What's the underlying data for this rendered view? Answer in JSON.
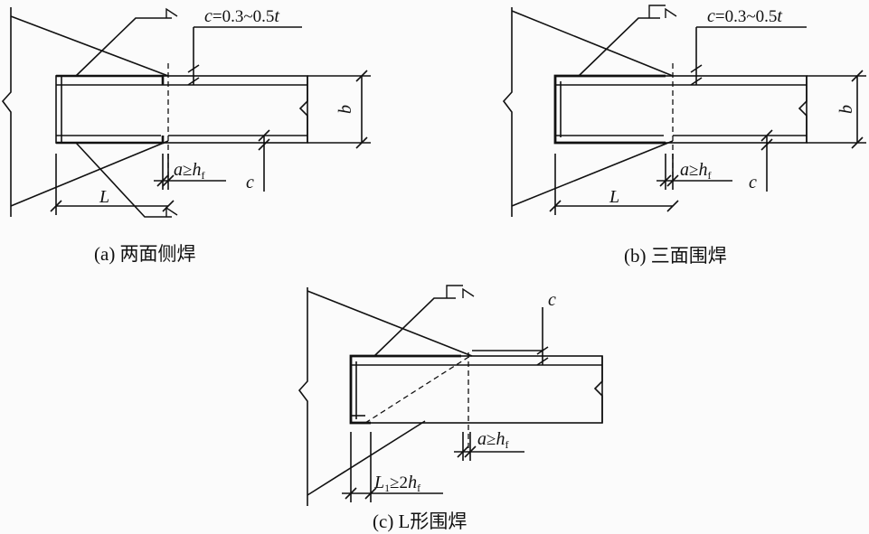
{
  "panel_a": {
    "caption": "(a) 两面侧焊",
    "dim_c_formula_var": "c",
    "dim_c_formula_rest": "=0.3~0.5",
    "dim_c_formula_t": "t",
    "label_b": "b",
    "label_c": "c",
    "label_L": "L",
    "label_a_var": "a",
    "label_a_ge": "≥",
    "label_a_h": "h",
    "label_a_f": "f"
  },
  "panel_b": {
    "caption": "(b) 三面围焊",
    "dim_c_formula_var": "c",
    "dim_c_formula_rest": "=0.3~0.5",
    "dim_c_formula_t": "t",
    "label_b": "b",
    "label_c": "c",
    "label_L": "L",
    "label_a_var": "a",
    "label_a_ge": "≥",
    "label_a_h": "h",
    "label_a_f": "f"
  },
  "panel_c": {
    "caption": "(c) L形围焊",
    "label_c": "c",
    "label_a_var": "a",
    "label_a_ge": "≥",
    "label_a_h": "h",
    "label_a_f": "f",
    "label_L1_var": "L",
    "label_L1_sub": "1",
    "label_L1_rest": "≥2",
    "label_L1_h": "h",
    "label_L1_f": "f"
  }
}
